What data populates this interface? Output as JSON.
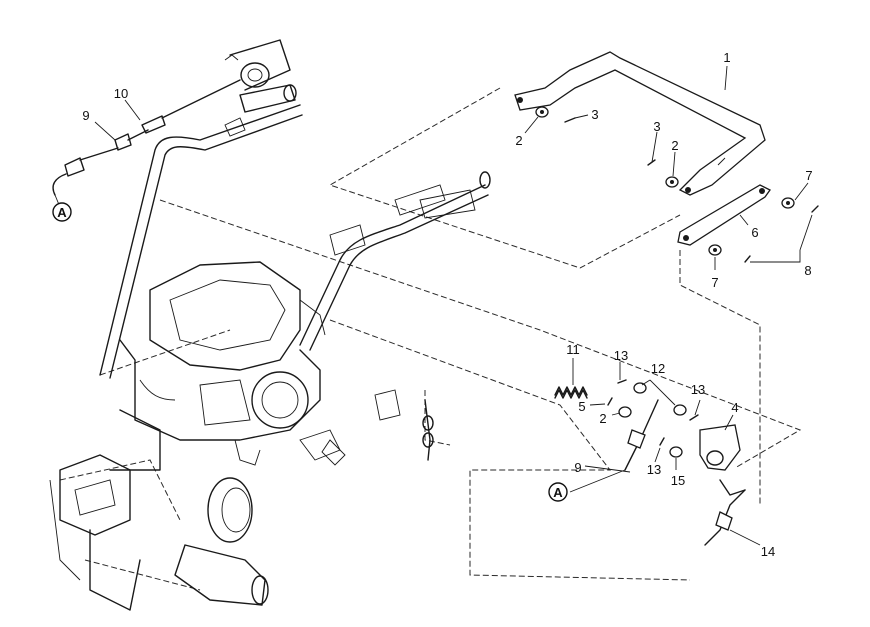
{
  "diagram": {
    "callouts": [
      {
        "id": "c1",
        "text": "1"
      },
      {
        "id": "c2a",
        "text": "2"
      },
      {
        "id": "c3a",
        "text": "3"
      },
      {
        "id": "c3b",
        "text": "3"
      },
      {
        "id": "c2b",
        "text": "2"
      },
      {
        "id": "c7a",
        "text": "7"
      },
      {
        "id": "c6",
        "text": "6"
      },
      {
        "id": "c8",
        "text": "8"
      },
      {
        "id": "c7b",
        "text": "7"
      },
      {
        "id": "c10",
        "text": "10"
      },
      {
        "id": "c9a",
        "text": "9"
      },
      {
        "id": "c11",
        "text": "11"
      },
      {
        "id": "c13a",
        "text": "13"
      },
      {
        "id": "c12",
        "text": "12"
      },
      {
        "id": "c13b",
        "text": "13"
      },
      {
        "id": "c5",
        "text": "5"
      },
      {
        "id": "c2c",
        "text": "2"
      },
      {
        "id": "c4",
        "text": "4"
      },
      {
        "id": "c9b",
        "text": "9"
      },
      {
        "id": "c13c",
        "text": "13"
      },
      {
        "id": "c15",
        "text": "15"
      },
      {
        "id": "c14",
        "text": "14"
      }
    ],
    "references": [
      {
        "id": "refA1",
        "text": "A"
      },
      {
        "id": "refA2",
        "text": "A"
      }
    ]
  }
}
